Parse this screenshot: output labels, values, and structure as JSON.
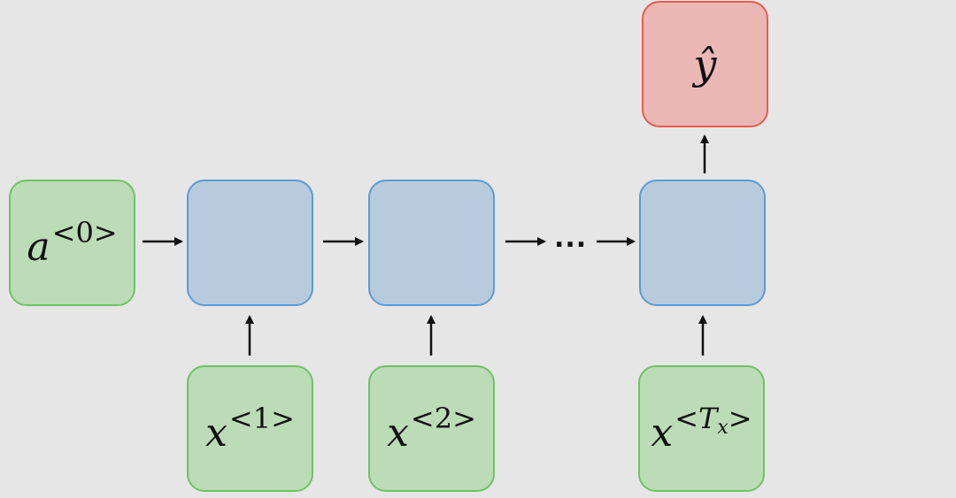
{
  "nodes": {
    "a0": {
      "base": "a",
      "sup": "<0>"
    },
    "x1": {
      "base": "x",
      "sup": "<1>"
    },
    "x2": {
      "base": "x",
      "sup": "<2>"
    },
    "xTx": {
      "base": "x",
      "sup_open": "<",
      "sup_main": "T",
      "sup_sub": "x",
      "sup_close": ">"
    },
    "output": {
      "label": "ŷ"
    }
  },
  "ellipsis": "...",
  "colors": {
    "input_fill": "#bcdbb7",
    "input_border": "#6cc462",
    "hidden_fill": "#b8cbdc",
    "hidden_border": "#5b9bd5",
    "output_fill": "#ebb7b4",
    "output_border": "#ec5a4f",
    "background": "#e6e6e6"
  }
}
